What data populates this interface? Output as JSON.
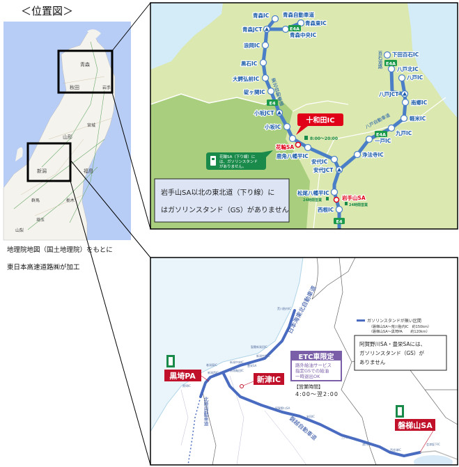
{
  "locator": {
    "title": "＜位置図＞",
    "credit_line1": "地理院地図（国土地理院）をもとに",
    "credit_line2": "東日本高速道路㈱が加工",
    "place_labels": [
      "青森",
      "秋田",
      "岩手",
      "山形",
      "新潟",
      "福島",
      "宮城",
      "群馬",
      "栃木",
      "埼玉",
      "山梨"
    ]
  },
  "north_map": {
    "interchanges": {
      "aomori_ic": "青森IC",
      "aomori_jct": "青森JCT",
      "aomori_higashi_ic": "青森東IC",
      "aomori_chuo_ic": "青森中央IC",
      "namioka_ic": "浪岡IC",
      "kuroishi_ic": "黒石IC",
      "owani_ic": "大鰐弘前IC",
      "ikarigaseki_ic": "碇ヶ関IC",
      "kosaka_jct": "小坂JCT",
      "kosaka_ic": "小坂IC",
      "kazuno_ic": "鹿角八幡平IC",
      "ashiro_ic": "安代IC",
      "ashiro_jct": "安代JCT",
      "matsuo_ic": "松尾八幡平IC",
      "nishine_ic": "西根IC",
      "johoji_ic": "浄法寺IC",
      "ichinohe_ic": "一戸IC",
      "kunohe_ic": "九戸IC",
      "karumai_ic": "軽米IC",
      "nango_ic": "南郷IC",
      "hachinohe_jct": "八戸JCT",
      "hachinohe_ic": "八戸IC",
      "hachinohe_kita_ic": "八戸北IC",
      "shimoda_ic": "下田百石IC"
    },
    "roads": {
      "aomori_expwy": "青森自動車道",
      "tohoku_expwy": "東北自動車道",
      "hachinohe_expwy": "八戸自動車道",
      "momoishi_road": "百石道路"
    },
    "route_badges": {
      "e4": "E4",
      "e4a": "E4A"
    },
    "towada_callout": "十和田IC",
    "towada_hours": "8:00～20:00",
    "hanawa_sa": "花輪SA",
    "hanawa_note": [
      "花輪SA（下り線）に",
      "は、ガソリンスタンド",
      "がありません。"
    ],
    "iwatesan_sa": "岩手山SA",
    "hours_24_left": "24時間営業",
    "hours_24_right": "24時間営業",
    "notice_line1": "岩手山SA以北の東北道（下り線）に",
    "notice_line2": "はガソリンスタンド（GS）がありません"
  },
  "south_map": {
    "road_label_nihonkai": "日本海東北自動車道",
    "road_label_hokuriku": "北陸自動車道",
    "road_label_banetsu": "磐越自動車道",
    "kurosaki_pa": "黒埼PA",
    "niitsu_ic": "新津IC",
    "etc_title": "ETC車限定",
    "etc_lines": [
      "路外給油サービス",
      "指定GSでの給油",
      "一時退出OK"
    ],
    "hours_label": "【営業時間】",
    "hours_value": "4:00～翌2:00",
    "bandaisan_sa": "磐梯山SA",
    "legend_title": "ガソリンスタンドが無い区間",
    "legend_line1": "（磐梯山SA～荒川胎内IC　約150km）",
    "legend_line2": "（磐梯山SA～黒埼PA　　 約120km）",
    "notice_line1": "阿賀野川SA・豊栄SAには、",
    "notice_line2": "ガソリンスタンド（GS）が",
    "notice_line3": "ありません",
    "small_ic_labels": [
      "荒川胎内IC",
      "聖籠新発田IC",
      "新潟中央IC",
      "新潟亀田IC",
      "巻潟東IC",
      "豊栄SA",
      "阿賀野川SA",
      "安田IC",
      "三川IC",
      "津川IC",
      "西会津IC",
      "会津坂下IC",
      "新潟空港IC",
      "新潟西IC",
      "黒埼IC"
    ]
  },
  "colors": {
    "route_blue": "#4a7fc8",
    "label_blue": "#1a5aa8",
    "land_light": "#dbe8b0",
    "land_dark": "#a9cf7e",
    "water": "#d4ecf8",
    "callout_red": "#e00018",
    "sa_red": "#c0102a",
    "gs_green": "#1a8a4a",
    "etc_purple": "#7a5ea8"
  }
}
